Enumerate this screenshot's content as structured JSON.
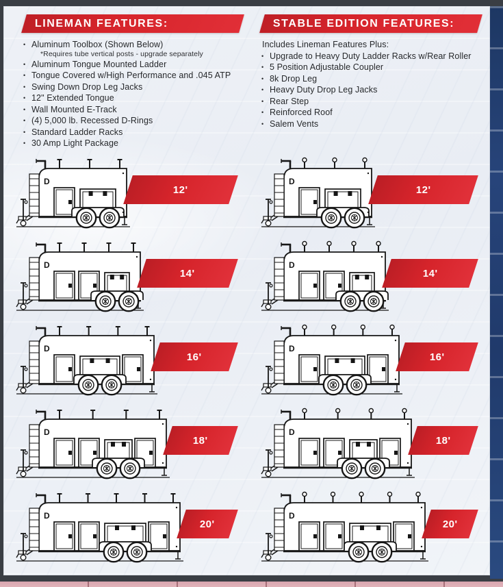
{
  "page": {
    "accent_red": "#d6242b",
    "frame_color": "#3a3e44",
    "navy_strip_color": "#27447a",
    "page_bg": "#eef1f6"
  },
  "lineman": {
    "title": "LINEMAN FEATURES:",
    "items": [
      "Aluminum Toolbox (Shown Below)",
      "Aluminum Tongue Mounted Ladder",
      "Tongue Covered w/High Performance and .045 ATP",
      "Swing Down Drop Leg Jacks",
      "12\" Extended Tongue",
      "Wall Mounted E-Track",
      "(4) 5,000 lb. Recessed D-Rings",
      "Standard Ladder Racks",
      "30 Amp Light Package"
    ],
    "note": "*Requires tube vertical posts - upgrade separately"
  },
  "stable": {
    "title": "STABLE EDITION FEATURES:",
    "intro": "Includes Lineman Features Plus:",
    "items": [
      "Upgrade to Heavy Duty Ladder Racks w/Rear Roller",
      "5 Position Adjustable Coupler",
      "8k Drop Leg",
      "Heavy Duty Drop Leg Jacks",
      "Rear Step",
      "Reinforced Roof",
      "Salem Vents"
    ]
  },
  "sizes": [
    "12'",
    "14'",
    "16'",
    "18'",
    "20'"
  ]
}
